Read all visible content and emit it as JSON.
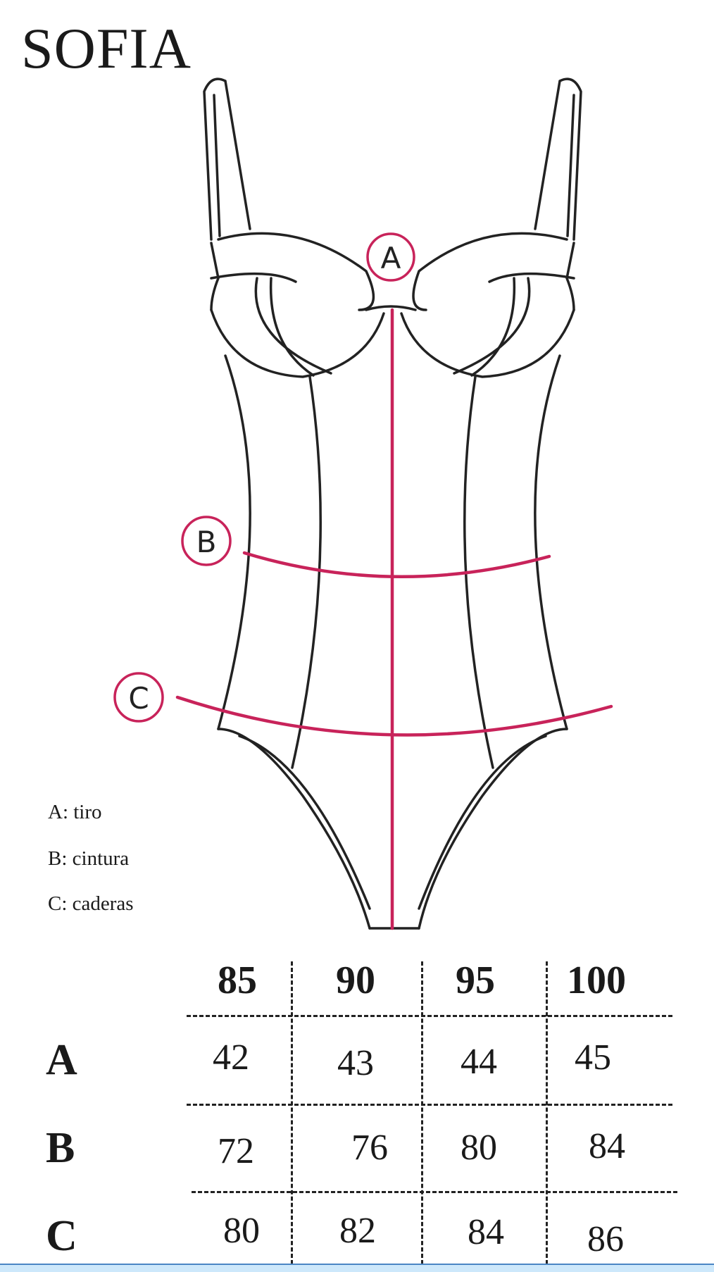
{
  "title": "SOFIA",
  "markers": {
    "a": "A",
    "b": "B",
    "c": "C"
  },
  "legend": [
    "A: tiro",
    "B: cintura",
    "C: caderas"
  ],
  "colors": {
    "accent": "#c8235a",
    "line": "#222222"
  },
  "table": {
    "sizes": [
      "85",
      "90",
      "95",
      "100"
    ],
    "rows": [
      {
        "label": "A",
        "values": [
          "42",
          "43",
          "44",
          "45"
        ]
      },
      {
        "label": "B",
        "values": [
          "72",
          "76",
          "80",
          "84"
        ]
      },
      {
        "label": "C",
        "values": [
          "80",
          "82",
          "84",
          "86"
        ]
      }
    ]
  }
}
